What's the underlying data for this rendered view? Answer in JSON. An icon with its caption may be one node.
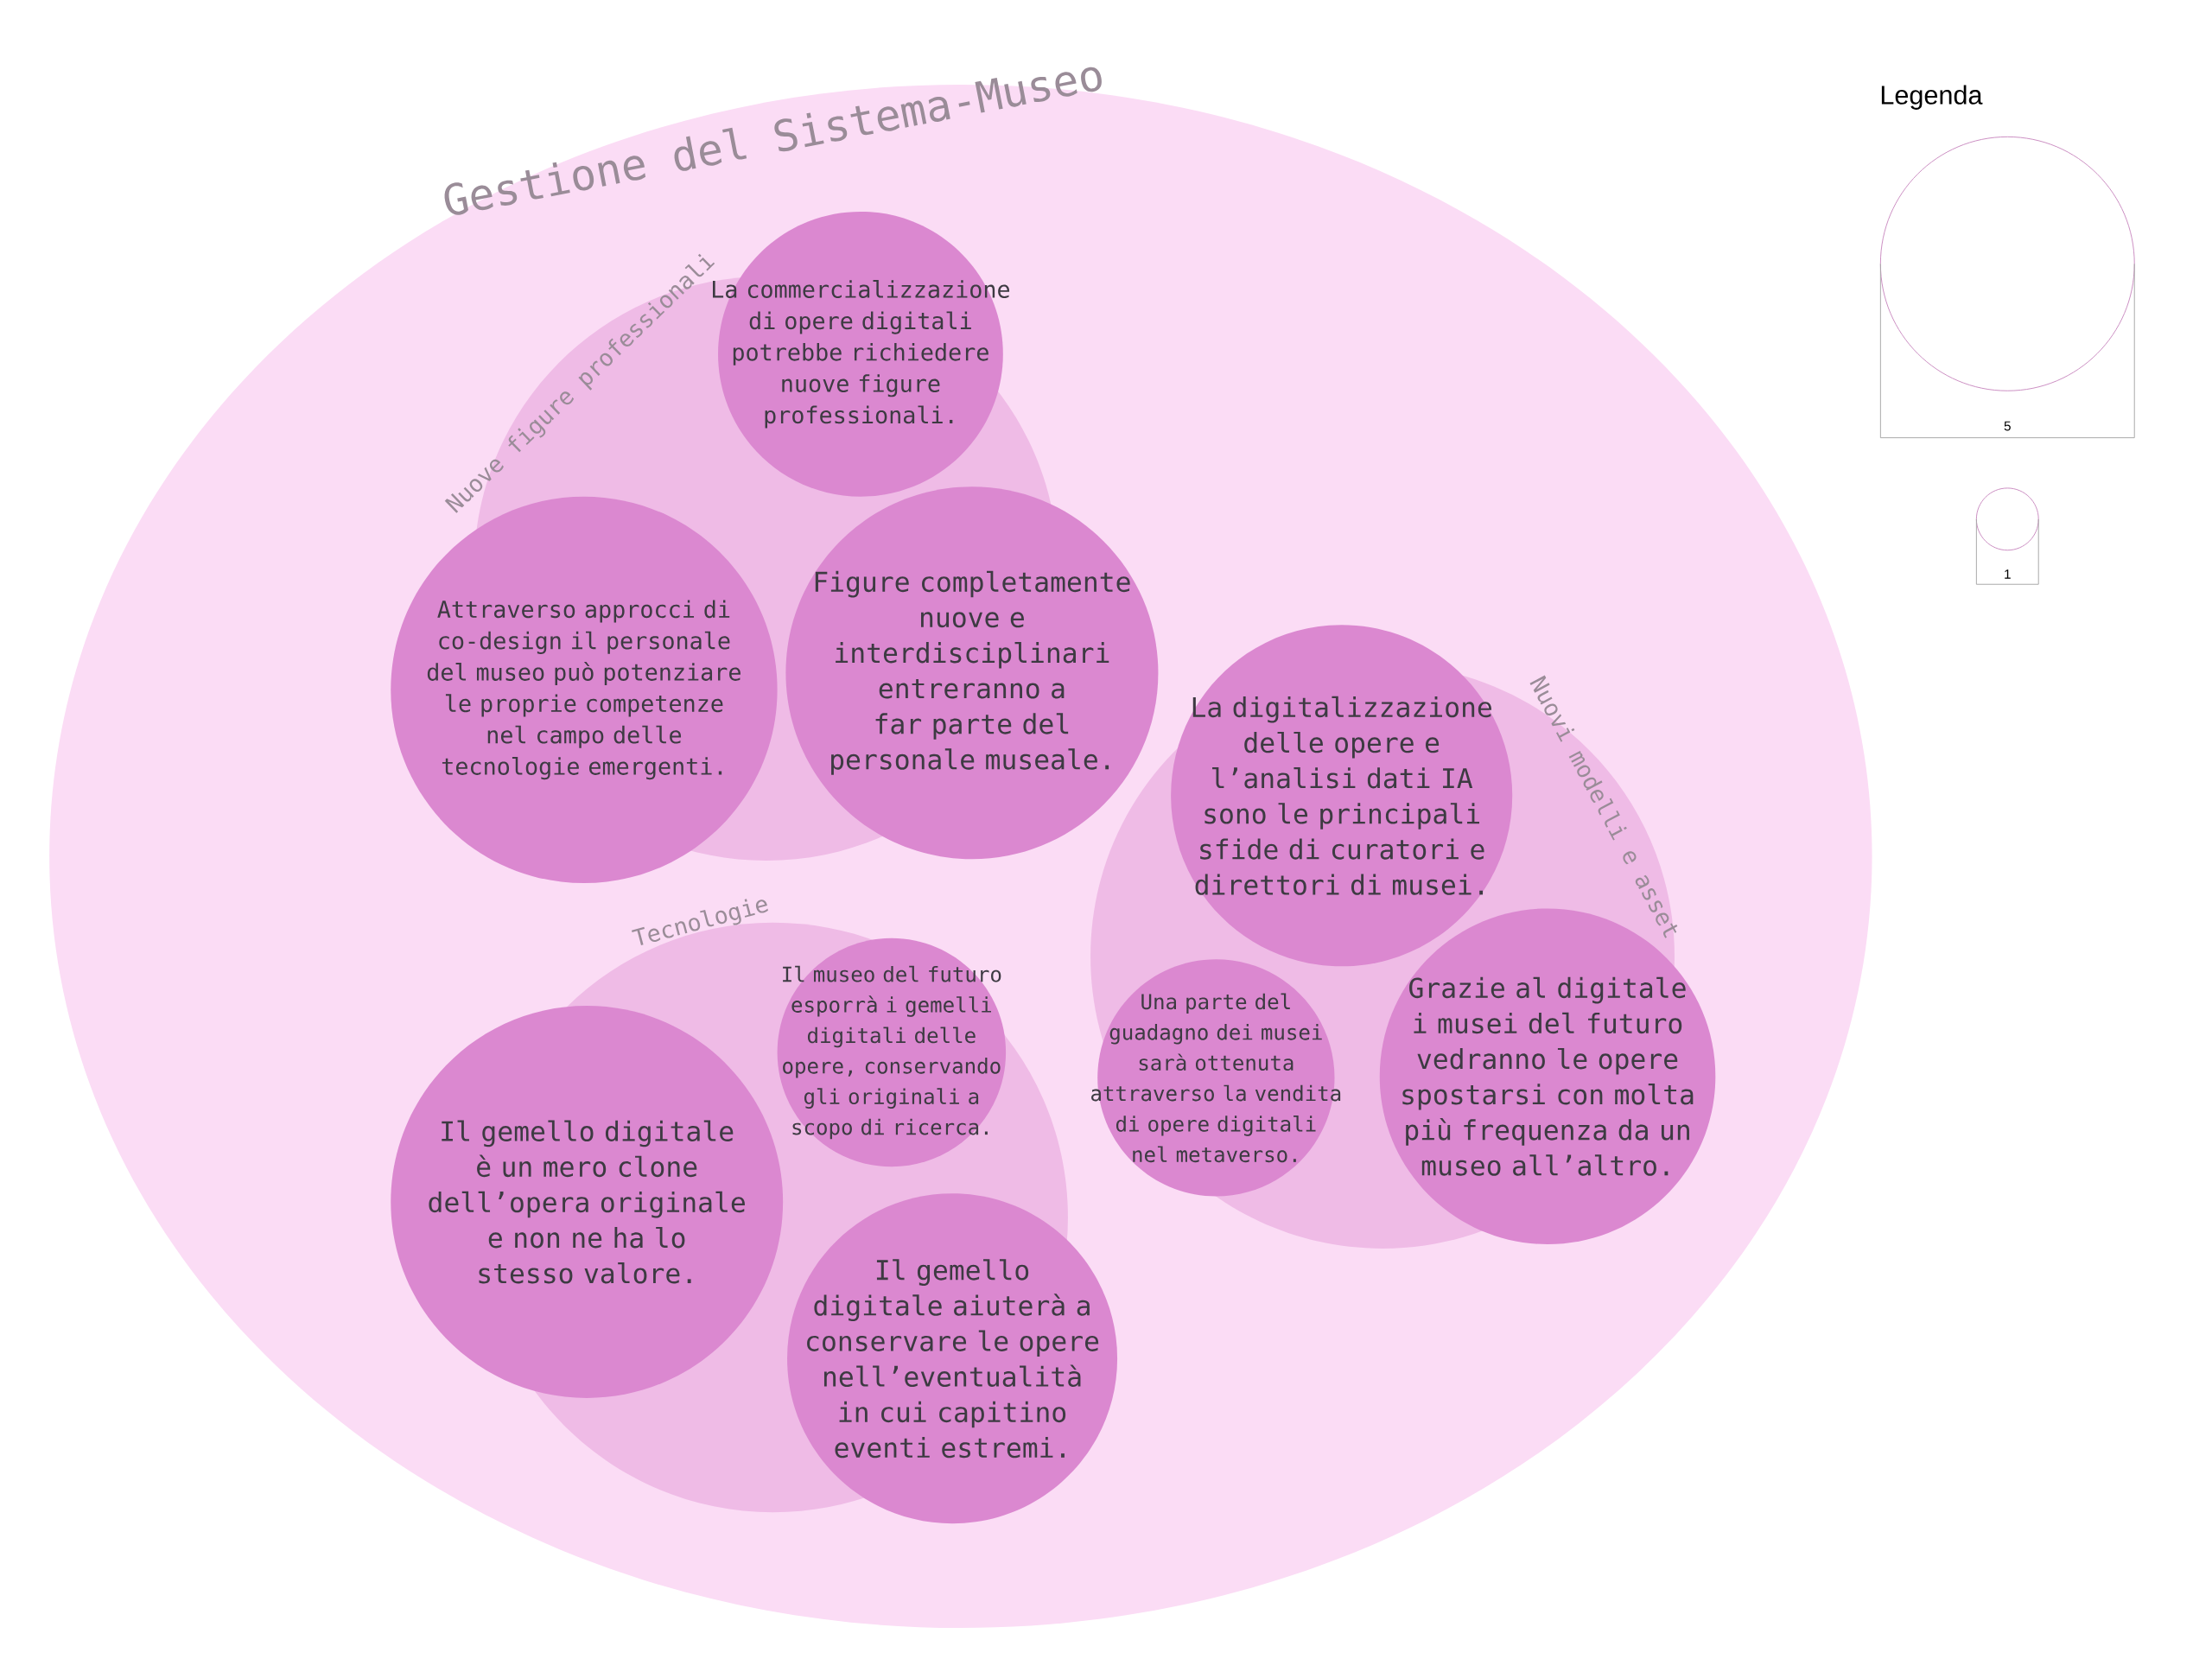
{
  "diagram": {
    "nodes": [
      {
        "text": [
          "Gestione del Sistema-Museo"
        ]
      },
      {
        "text": [
          "Nuove figure professionali"
        ],
        "in": 0
      },
      {
        "text": [
          "La commercializzazione di opere digitali potrebbe richiedere nuove figure professionali."
        ],
        "in": 0
      },
      {
        "text": [
          "Attraverso approcci di co-design il personale del museo può potenziare le proprie competenze nel campo delle tecnologie emergenti."
        ],
        "in": 0
      },
      {
        "text": [
          "Figure completamente nuove e interdisciplinari entreranno a far parte del personale museale."
        ],
        "in": 0
      },
      {
        "text": [
          "Tecnologie"
        ],
        "in": 0
      },
      {
        "text": [
          "Il museo del futuro esporrà i gemelli digitali delle opere, conservando gli originali a scopo di ricerca."
        ],
        "in": 5
      },
      {
        "text": [
          "Il gemello digitale è un mero clone dell’opera originale e non ne ha lo stesso valore."
        ],
        "in": 0
      },
      {
        "text": [
          "Il gemello digitale aiuterà a conservare le opere nell’eventualità in cui capitino eventi estremi."
        ],
        "in": 0
      },
      {
        "text": [
          "Nuovi modelli e asset"
        ],
        "in": 0
      },
      {
        "text": [
          "La digitalizzazione delle opere e l’analisi dati IA sono le principali sfide di curatori e direttori di musei."
        ],
        "in": 0
      },
      {
        "text": [
          "Una parte del guadagno dei musei sarà ottenuta attraverso la vendita di opere digitali nel metaverso."
        ],
        "in": 9
      },
      {
        "text": [
          "Grazie al digitale i musei del futuro vedranno le opere spostarsi con molta più frequenza da un museo all’altro."
        ],
        "in": 0
      }
    ],
    "edges": [],
    "labels": [
      "Legenda"
    ],
    "legend": [
      {
        "text": "5"
      },
      {
        "text": "1"
      }
    ]
  }
}
